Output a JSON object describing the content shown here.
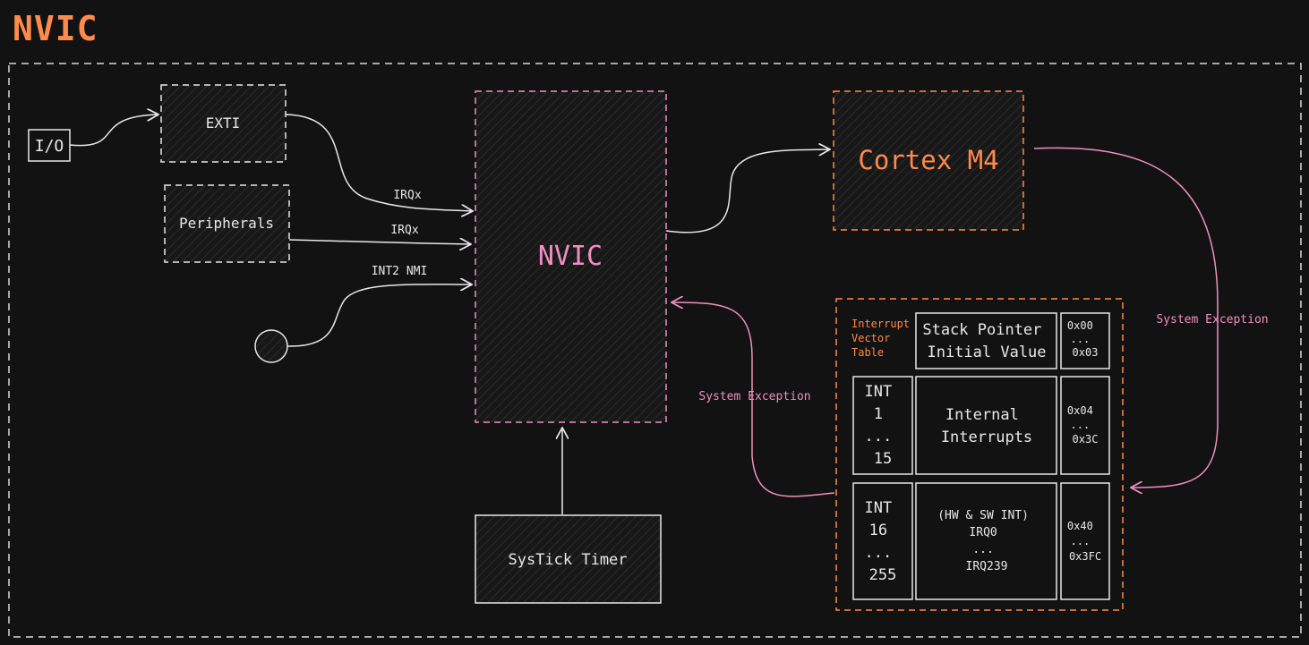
{
  "title": "NVIC",
  "colors": {
    "background": "#121212",
    "white": "#e8e8e8",
    "orange": "#ff8a4c",
    "pink": "#f08fc0",
    "hatch": "#2a2a2a"
  },
  "nodes": {
    "io": "I/O",
    "exti": "EXTI",
    "peripherals": "Peripherals",
    "nvic": "NVIC",
    "cortex": "Cortex M4",
    "systick": "SysTick Timer"
  },
  "edges": {
    "exti_irq": "IRQx",
    "periph_irq": "IRQx",
    "nmi": "INT2 NMI",
    "sys_exc_right": "System Exception",
    "sys_exc_left": "System Exception"
  },
  "vector_table": {
    "label": [
      "Interrupt",
      "Vector",
      "Table"
    ],
    "rows": [
      {
        "int_lines": [],
        "desc_lines": [
          "Stack Pointer",
          "Initial Value"
        ],
        "addr_lines": [
          "0x00",
          "...",
          "0x03"
        ]
      },
      {
        "int_lines": [
          "INT",
          "1",
          "...",
          "15"
        ],
        "desc_lines": [
          "Internal",
          "Interrupts"
        ],
        "addr_lines": [
          "0x04",
          "...",
          "0x3C"
        ]
      },
      {
        "int_lines": [
          "INT",
          "16",
          "...",
          "255"
        ],
        "desc_lines": [
          "(HW & SW INT)",
          "IRQ0",
          "...",
          "IRQ239"
        ],
        "addr_lines": [
          "0x40",
          "...",
          "0x3FC"
        ]
      }
    ]
  }
}
